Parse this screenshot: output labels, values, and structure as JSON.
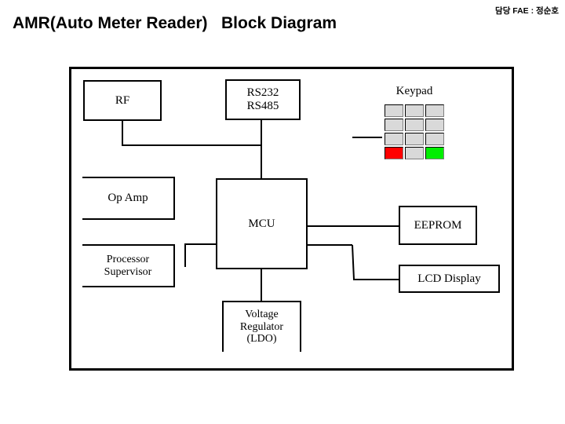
{
  "header": {
    "title": "AMR(Auto Meter Reader)   Block Diagram",
    "fae_note": "담당 FAE : 정순호"
  },
  "diagram": {
    "blocks": [
      {
        "id": "rf",
        "label": "RF"
      },
      {
        "id": "serial",
        "line1": "RS232",
        "line2": "RS485"
      },
      {
        "id": "opamp",
        "label": "Op Amp"
      },
      {
        "id": "procsup",
        "line1": "Processor",
        "line2": "Supervisor"
      },
      {
        "id": "mcu",
        "label": "MCU"
      },
      {
        "id": "vreg",
        "line1": "Voltage",
        "line2": "Regulator",
        "line3": "(LDO)"
      },
      {
        "id": "eeprom",
        "label": "EEPROM"
      },
      {
        "id": "lcd",
        "label": "LCD Display"
      }
    ],
    "keypad": {
      "label": "Keypad",
      "rows": 4,
      "cols": 3,
      "keys": [
        {
          "r": 0,
          "c": 0,
          "color": "#d9d9d9"
        },
        {
          "r": 0,
          "c": 1,
          "color": "#d9d9d9"
        },
        {
          "r": 0,
          "c": 2,
          "color": "#d9d9d9"
        },
        {
          "r": 1,
          "c": 0,
          "color": "#d9d9d9"
        },
        {
          "r": 1,
          "c": 1,
          "color": "#d9d9d9"
        },
        {
          "r": 1,
          "c": 2,
          "color": "#d9d9d9"
        },
        {
          "r": 2,
          "c": 0,
          "color": "#d9d9d9"
        },
        {
          "r": 2,
          "c": 1,
          "color": "#d9d9d9"
        },
        {
          "r": 2,
          "c": 2,
          "color": "#d9d9d9"
        },
        {
          "r": 3,
          "c": 0,
          "color": "#ff0000"
        },
        {
          "r": 3,
          "c": 1,
          "color": "#d9d9d9"
        },
        {
          "r": 3,
          "c": 2,
          "color": "#00ee00"
        }
      ]
    },
    "colors": {
      "stroke": "#000000",
      "background": "#ffffff",
      "key_default": "#d9d9d9",
      "key_red": "#ff0000",
      "key_green": "#00ee00"
    }
  }
}
